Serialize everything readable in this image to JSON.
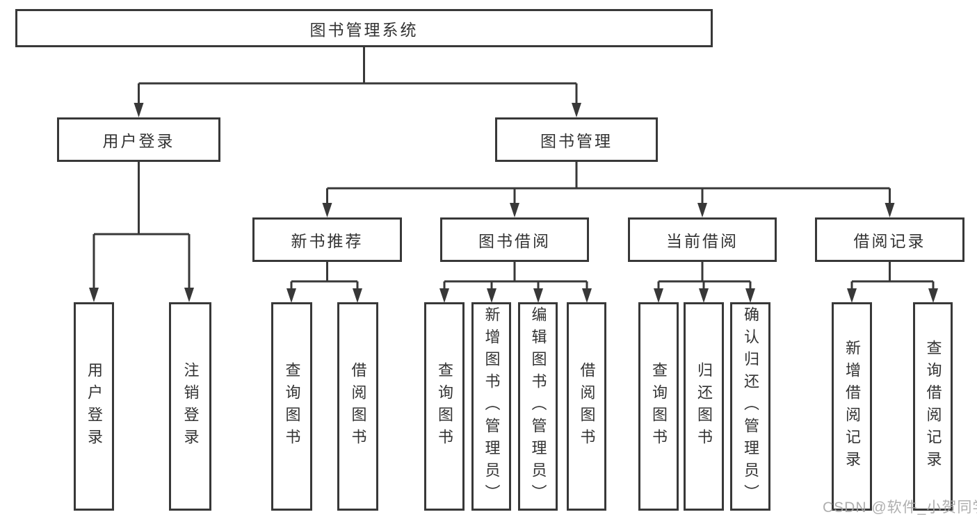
{
  "tree": {
    "label": "图书管理系统",
    "children": [
      {
        "label": "用户登录",
        "children": [
          {
            "label": "用户登录"
          },
          {
            "label": "注销登录"
          }
        ]
      },
      {
        "label": "图书管理",
        "children": [
          {
            "label": "新书推荐",
            "children": [
              {
                "label": "查询图书"
              },
              {
                "label": "借阅图书"
              }
            ]
          },
          {
            "label": "图书借阅",
            "children": [
              {
                "label": "查询图书"
              },
              {
                "label": "新增图书（管理员）"
              },
              {
                "label": "编辑图书（管理员）"
              },
              {
                "label": "借阅图书"
              }
            ]
          },
          {
            "label": "当前借阅",
            "children": [
              {
                "label": "查询图书"
              },
              {
                "label": "归还图书"
              },
              {
                "label": "确认归还（管理员）"
              }
            ]
          },
          {
            "label": "借阅记录",
            "children": [
              {
                "label": "新增借阅记录"
              },
              {
                "label": "查询借阅记录"
              }
            ]
          }
        ]
      }
    ]
  },
  "watermark": {
    "text": "CSDN @软件_小贺同学"
  },
  "colors": {
    "line": "#383838",
    "text": "#333333",
    "background": "#ffffff",
    "watermark": "#a6a6a6"
  }
}
